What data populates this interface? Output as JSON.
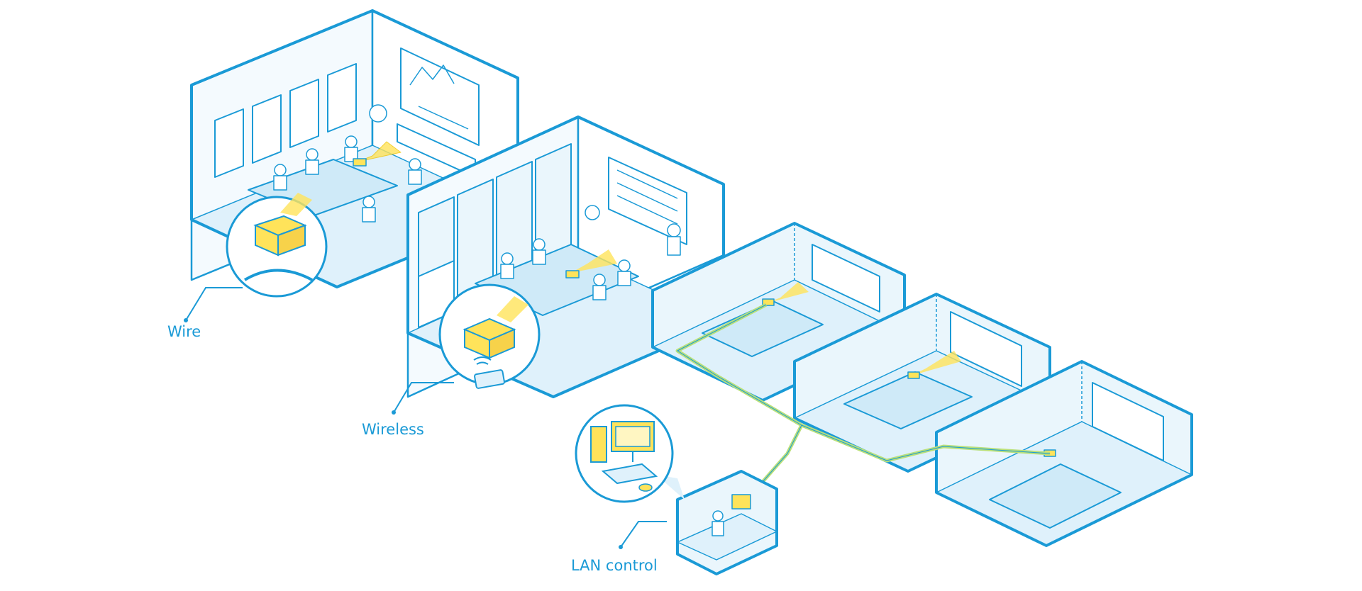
{
  "labels": {
    "wire": "Wire",
    "wireless": "Wireless",
    "lan_control": "LAN control"
  },
  "colors": {
    "line": "#1a9ad6",
    "wall_fill": "#ffffff",
    "floor_fill": "#dff1fb",
    "glass_fill": "#eaf6fc",
    "beam": "#ffe35a",
    "projector": "#ffe35a",
    "cable": "#b9e07a"
  },
  "icons": [
    "projector-icon",
    "monitor-icon",
    "computer-tower-icon",
    "wifi-icon",
    "tablet-icon",
    "laptop-icon",
    "office-chair-icon",
    "plant-icon"
  ]
}
